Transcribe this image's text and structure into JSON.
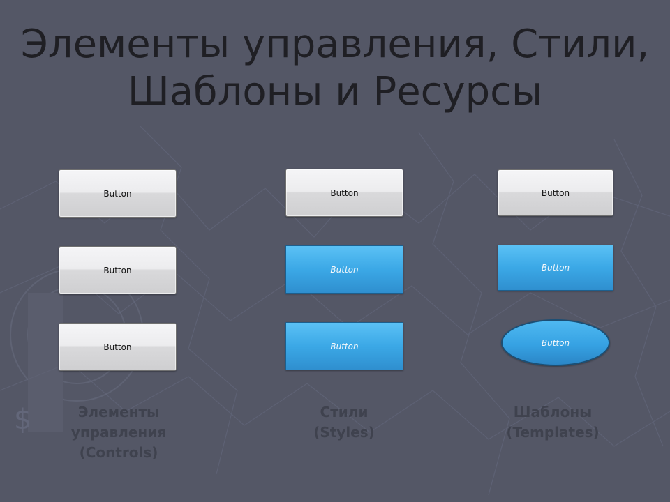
{
  "title": {
    "line1": "Элементы управления, Стили,",
    "line2": "Шаблоны и Ресурсы"
  },
  "columns": [
    {
      "label_lines": [
        "Элементы",
        "управления",
        "(Controls)"
      ],
      "buttons": [
        "Button",
        "Button",
        "Button"
      ]
    },
    {
      "label_lines": [
        "Стили",
        "(Styles)"
      ],
      "buttons": [
        "Button",
        "Button",
        "Button"
      ]
    },
    {
      "label_lines": [
        "Шаблоны",
        "(Templates)"
      ],
      "buttons": [
        "Button",
        "Button",
        "Button"
      ]
    }
  ],
  "colors": {
    "background": "#545766",
    "title": "#1f1f24",
    "label": "#3f424e",
    "accent_blue": "#3ba8e6"
  }
}
